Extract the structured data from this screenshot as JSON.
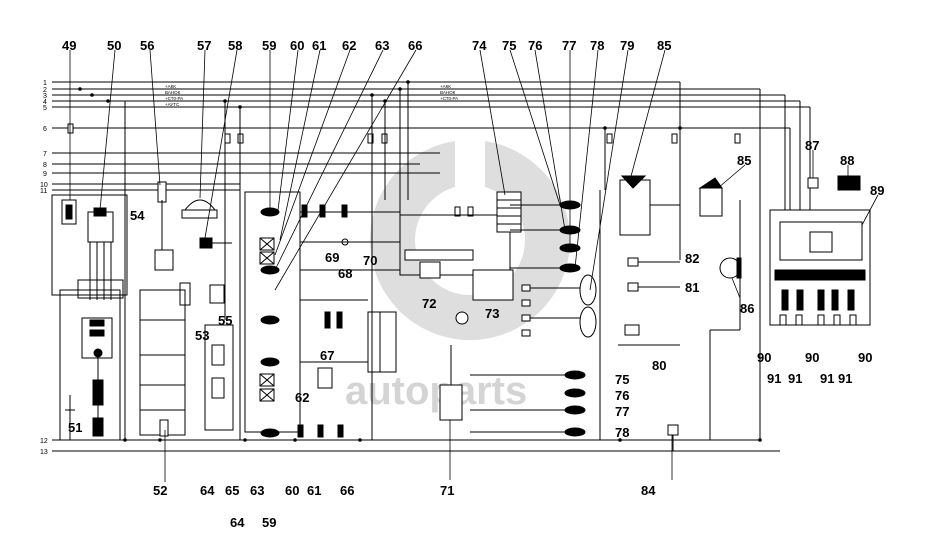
{
  "watermark": {
    "text": "autoparts",
    "color": "#cfcfcf"
  },
  "colors": {
    "line": "#000000",
    "background": "#ffffff"
  },
  "callouts_top": [
    "49",
    "50",
    "56",
    "57",
    "58",
    "59",
    "60",
    "61",
    "62",
    "63",
    "66",
    "74",
    "75",
    "76",
    "77",
    "78",
    "79",
    "85"
  ],
  "callouts_right": [
    "85",
    "87",
    "88",
    "89",
    "82",
    "81",
    "86",
    "80",
    "90",
    "91",
    "91",
    "90",
    "91",
    "91",
    "90"
  ],
  "callouts_mid": [
    "54",
    "69",
    "68",
    "70",
    "72",
    "73",
    "53",
    "55",
    "67",
    "62",
    "75",
    "76",
    "77",
    "78"
  ],
  "callouts_bottom": [
    "51",
    "52",
    "64",
    "65",
    "63",
    "60",
    "61",
    "66",
    "71",
    "84",
    "64",
    "59"
  ],
  "wire_numbers": [
    "1",
    "2",
    "3",
    "4",
    "5",
    "6",
    "7",
    "8",
    "9",
    "10",
    "11",
    "12",
    "13"
  ],
  "bus_labels": [
    "+АКК",
    "ВАНОК",
    "+СТ0-РА",
    "+АУТС",
    "+АКК",
    "ВАНОК",
    "+СТ0-РА"
  ],
  "icons": [
    "gauge-dial-icon",
    "warning-lamp-icon",
    "relay-icon",
    "headlamp-icon",
    "fuse-icon",
    "sensor-icon",
    "switch-icon",
    "horn-icon",
    "connector-icon"
  ]
}
